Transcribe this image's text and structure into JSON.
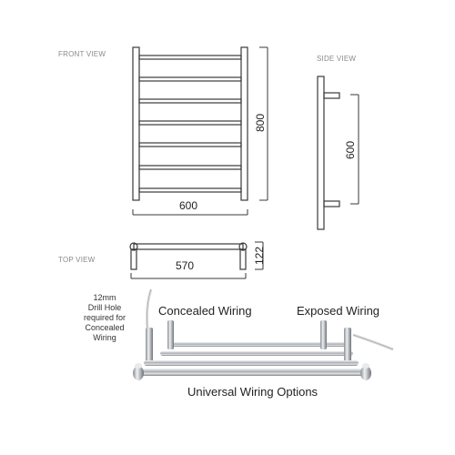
{
  "labels": {
    "front_view": "FRONT VIEW",
    "side_view": "SIDE VIEW",
    "top_view": "TOP VIEW"
  },
  "dimensions": {
    "front_width": "600",
    "front_height": "800",
    "side_height": "600",
    "top_width": "570",
    "top_depth": "122"
  },
  "captions": {
    "concealed": "Concealed Wiring",
    "exposed": "Exposed Wiring",
    "universal": "Universal Wiring Options"
  },
  "drill_note": [
    "12mm",
    "Drill Hole",
    "required for",
    "Concealed",
    "Wiring"
  ],
  "colors": {
    "line": "#3a3a3a",
    "chrome": "#b9bcc0",
    "chrome_dark": "#7c8085",
    "label": "#8a8a8a"
  }
}
